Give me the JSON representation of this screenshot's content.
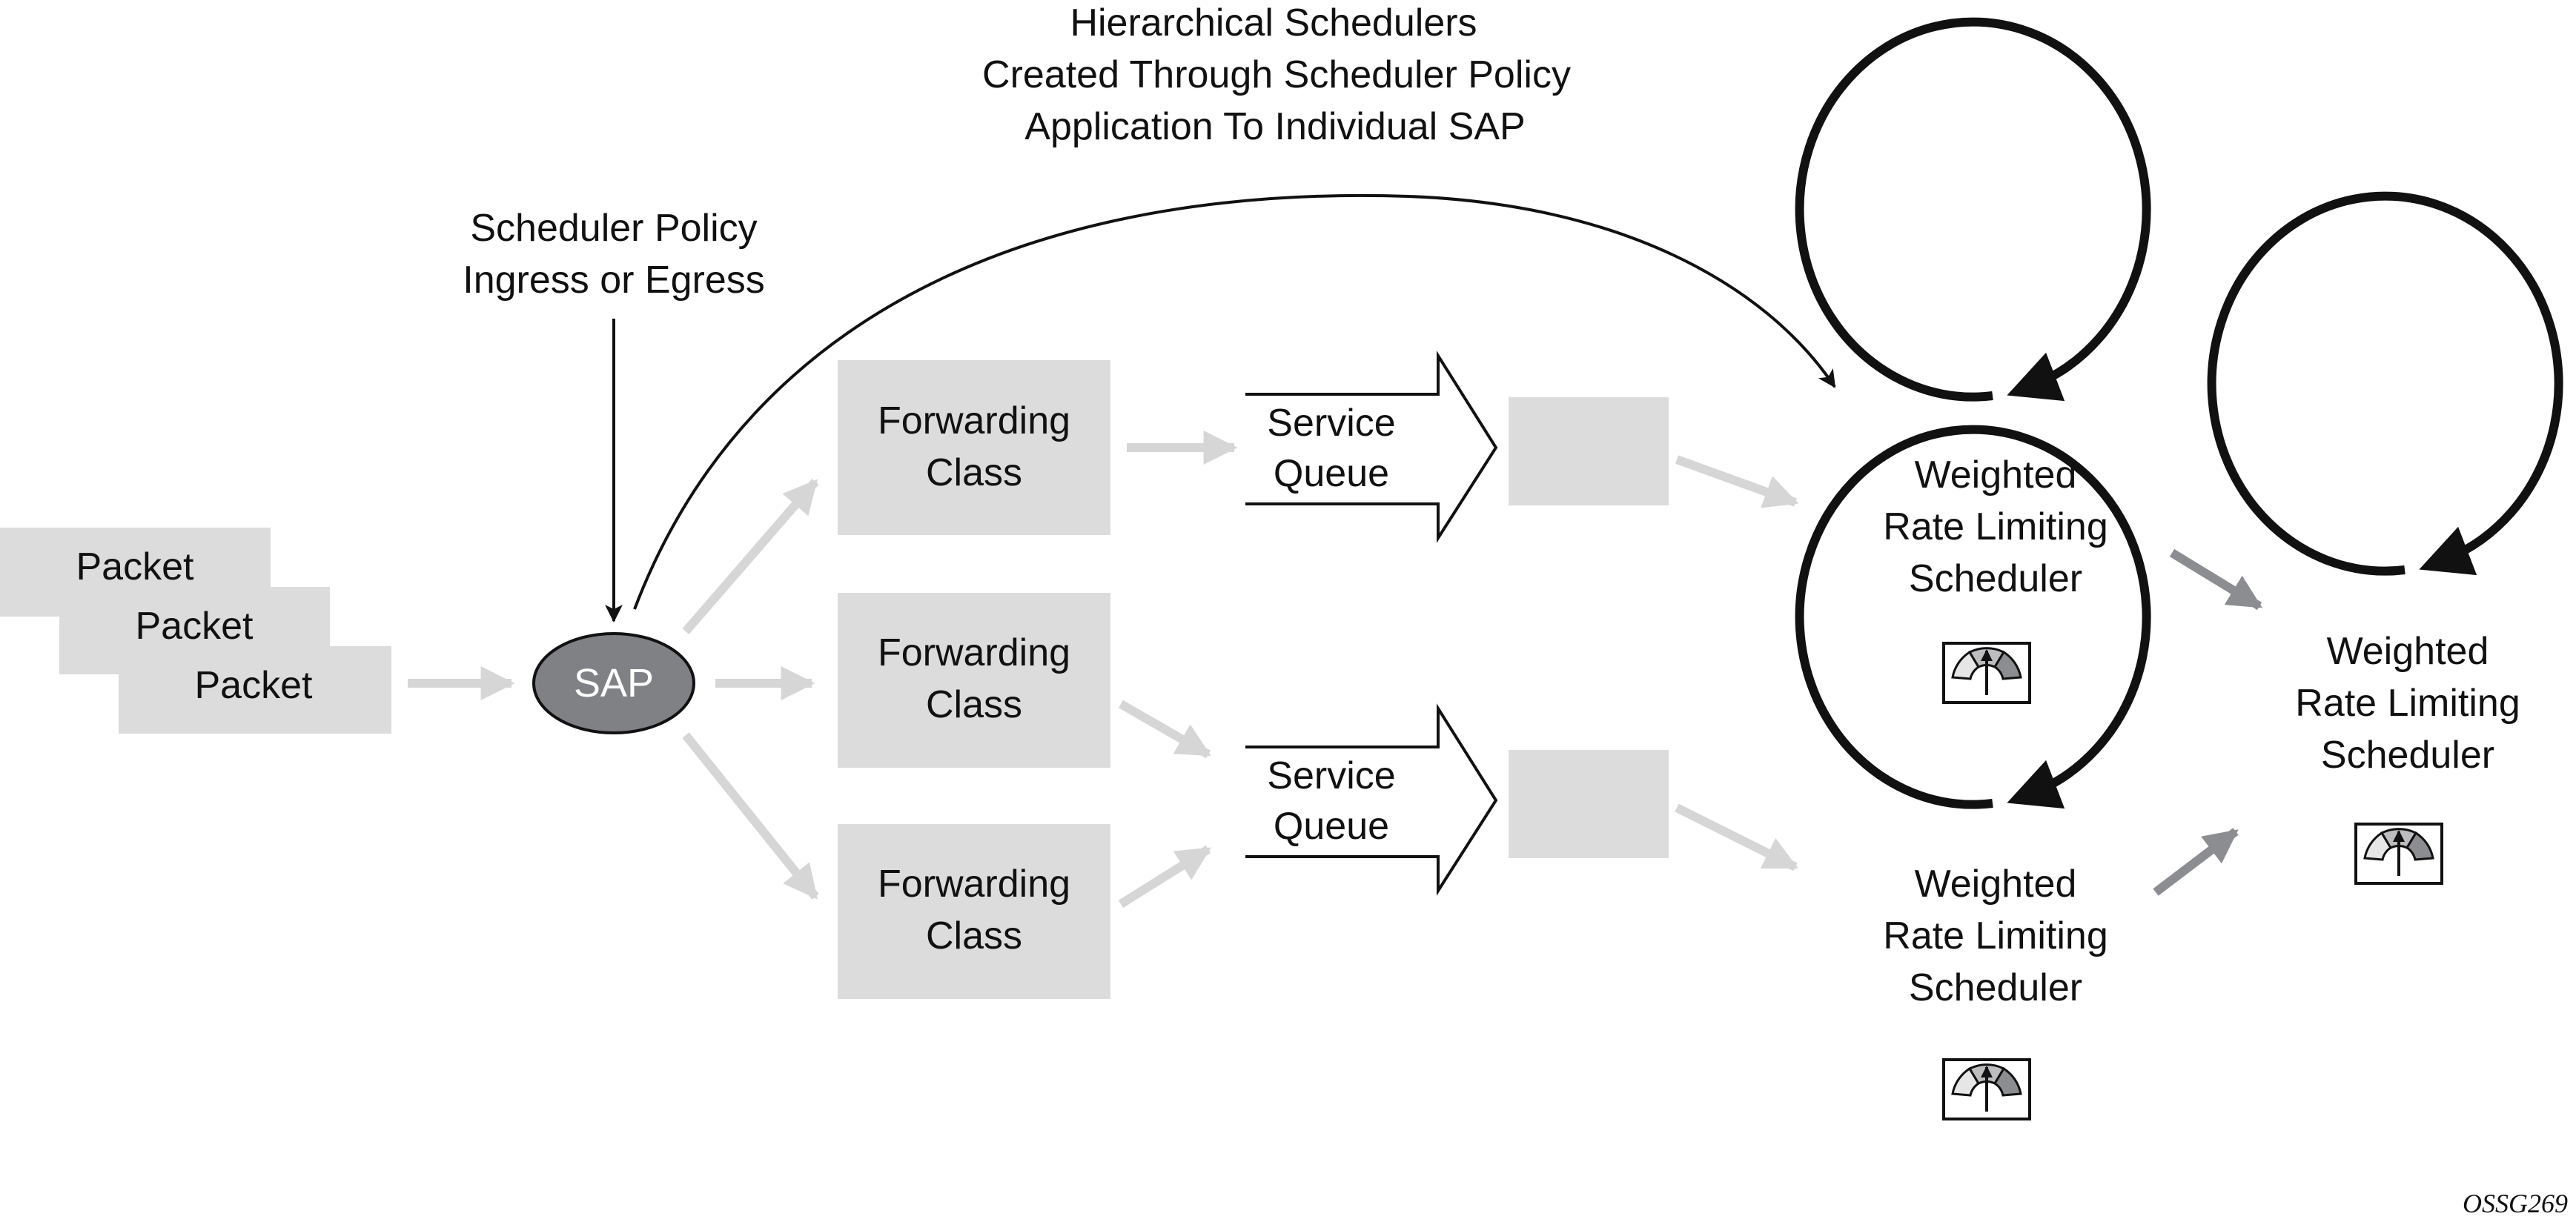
{
  "title": {
    "line1": "Hierarchical Schedulers",
    "line2": "Created Through Scheduler Policy",
    "line3": "Application To Individual SAP"
  },
  "policy": {
    "line1": "Scheduler Policy",
    "line2": "Ingress or Egress"
  },
  "packets": [
    "Packet",
    "Packet",
    "Packet"
  ],
  "sap": "SAP",
  "forwarding_classes": [
    {
      "line1": "Forwarding",
      "line2": "Class"
    },
    {
      "line1": "Forwarding",
      "line2": "Class"
    },
    {
      "line1": "Forwarding",
      "line2": "Class"
    }
  ],
  "service_queues": [
    {
      "line1": "Service",
      "line2": "Queue"
    },
    {
      "line1": "Service",
      "line2": "Queue"
    }
  ],
  "schedulers": [
    {
      "line1": "Weighted",
      "line2": "Rate Limiting",
      "line3": "Scheduler",
      "gauge_icon": "gauge-icon"
    },
    {
      "line1": "Weighted",
      "line2": "Rate Limiting",
      "line3": "Scheduler",
      "gauge_icon": "gauge-icon"
    },
    {
      "line1": "Weighted",
      "line2": "Rate Limiting",
      "line3": "Scheduler",
      "gauge_icon": "gauge-icon"
    }
  ],
  "figure_id": "OSSG269",
  "colors": {
    "block_fill": "#dcdcdd",
    "sap_fill": "#808184",
    "light_arrow": "#d6d6d7",
    "dark_arrow": "#8c8d90",
    "line": "#111111"
  }
}
